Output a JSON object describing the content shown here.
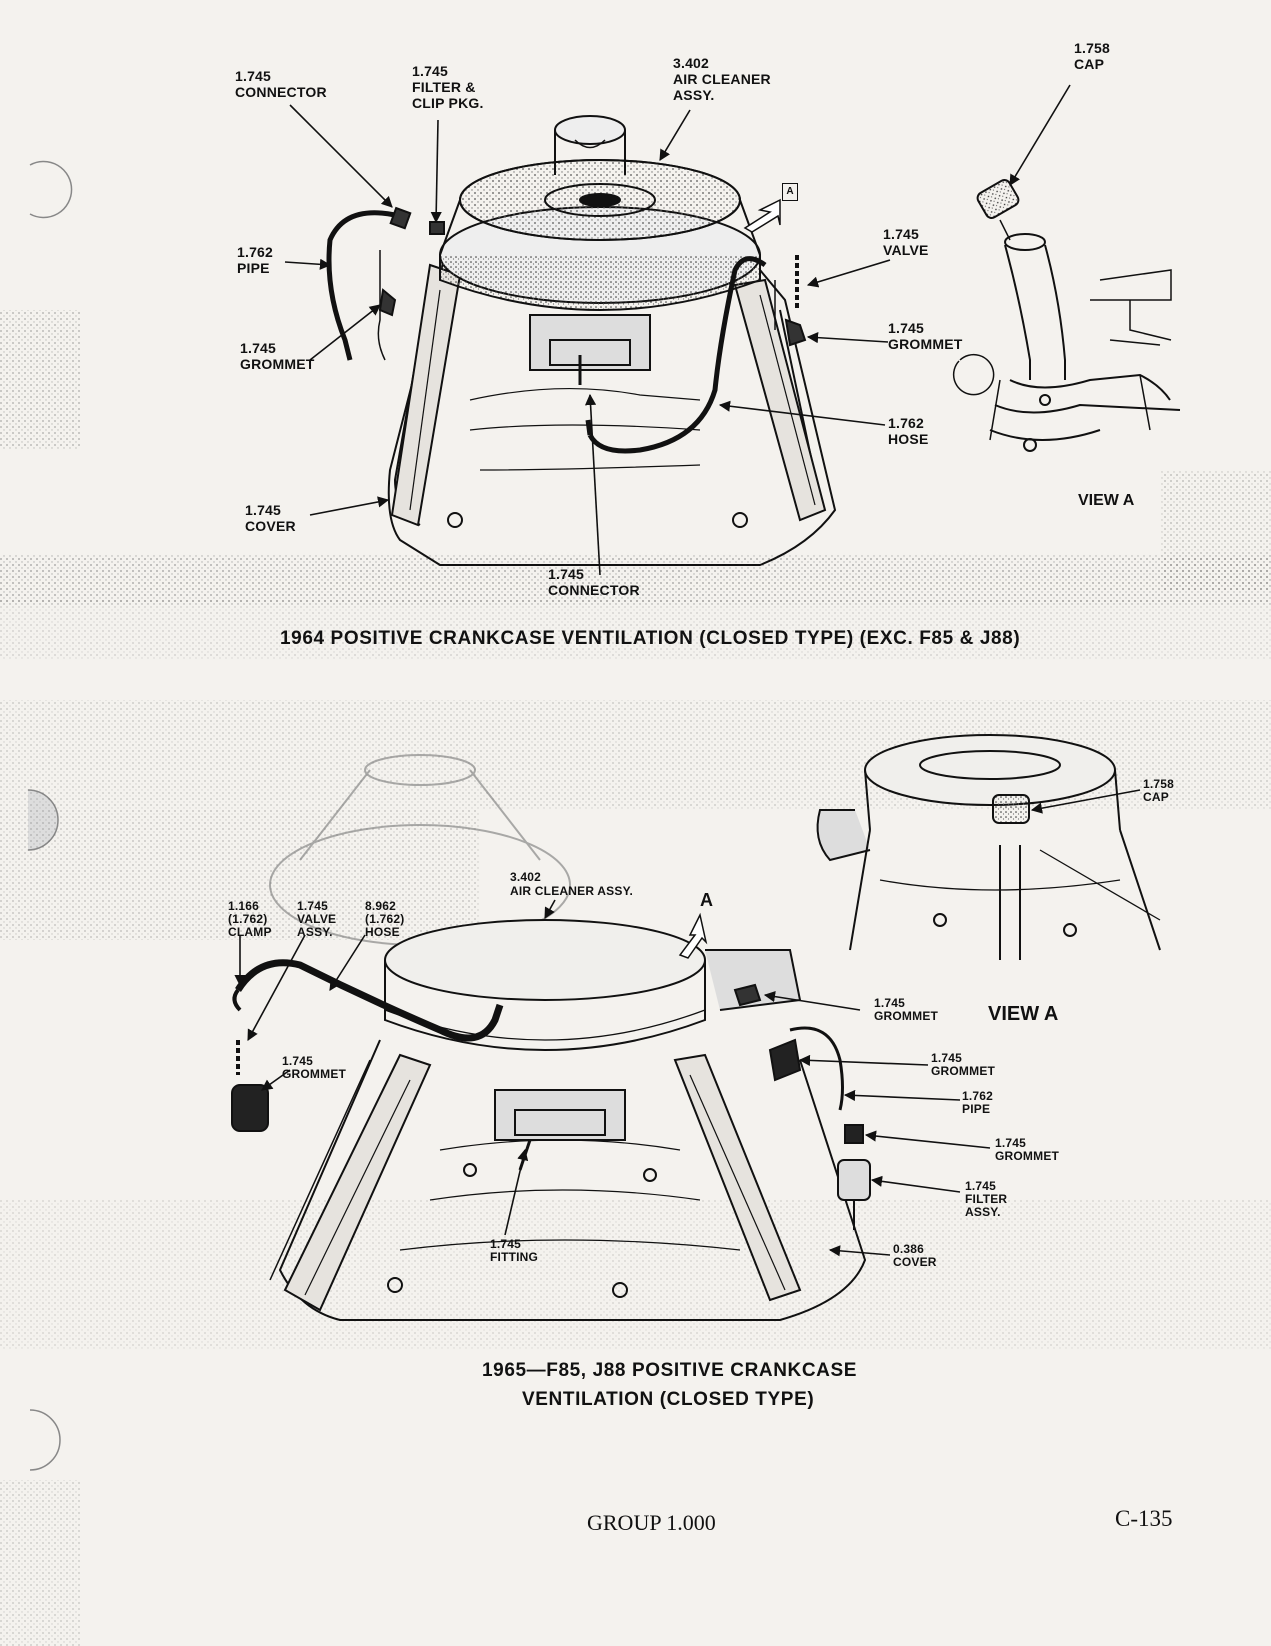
{
  "top_diagram": {
    "caption": "1964 POSITIVE CRANKCASE VENTILATION (CLOSED TYPE) (EXC. F85 & J88)",
    "view_label": "VIEW A",
    "marker": "A",
    "labels": {
      "connector_top": [
        "1.745",
        "CONNECTOR"
      ],
      "filter_clip": [
        "1.745",
        "FILTER &",
        "CLIP PKG."
      ],
      "air_cleaner": [
        "3.402",
        "AIR CLEANER",
        "ASSY."
      ],
      "cap": [
        "1.758",
        "CAP"
      ],
      "pipe": [
        "1.762",
        "PIPE"
      ],
      "valve": [
        "1.745",
        "VALVE"
      ],
      "grommet_left": [
        "1.745",
        "GROMMET"
      ],
      "grommet_right": [
        "1.745",
        "GROMMET"
      ],
      "hose": [
        "1.762",
        "HOSE"
      ],
      "cover": [
        "1.745",
        "COVER"
      ],
      "connector_bottom": [
        "1.745",
        "CONNECTOR"
      ]
    }
  },
  "bottom_diagram": {
    "caption_lines": [
      "1965—F85, J88 POSITIVE CRANKCASE",
      "VENTILATION (CLOSED TYPE)"
    ],
    "view_label": "VIEW A",
    "arrow_label": "A",
    "labels": {
      "cap": [
        "1.758",
        "CAP"
      ],
      "air_cleaner": [
        "3.402",
        "AIR CLEANER ASSY."
      ],
      "clamp": [
        "1.166",
        "(1.762)",
        "CLAMP"
      ],
      "valve_assy": [
        "1.745",
        "VALVE",
        "ASSY."
      ],
      "hose": [
        "8.962",
        "(1.762)",
        "HOSE"
      ],
      "grommet_top_right": [
        "1.745",
        "GROMMET"
      ],
      "grommet_left": [
        "1.745",
        "GROMMET"
      ],
      "grommet_mid_right": [
        "1.745",
        "GROMMET"
      ],
      "pipe": [
        "1.762",
        "PIPE"
      ],
      "grommet_lower_right": [
        "1.745",
        "GROMMET"
      ],
      "filter_assy": [
        "1.745",
        "FILTER",
        "ASSY."
      ],
      "fitting": [
        "1.745",
        "FITTING"
      ],
      "cover": [
        "0.386",
        "COVER"
      ]
    }
  },
  "footer": {
    "group": "GROUP 1.000",
    "page": "C-135"
  }
}
